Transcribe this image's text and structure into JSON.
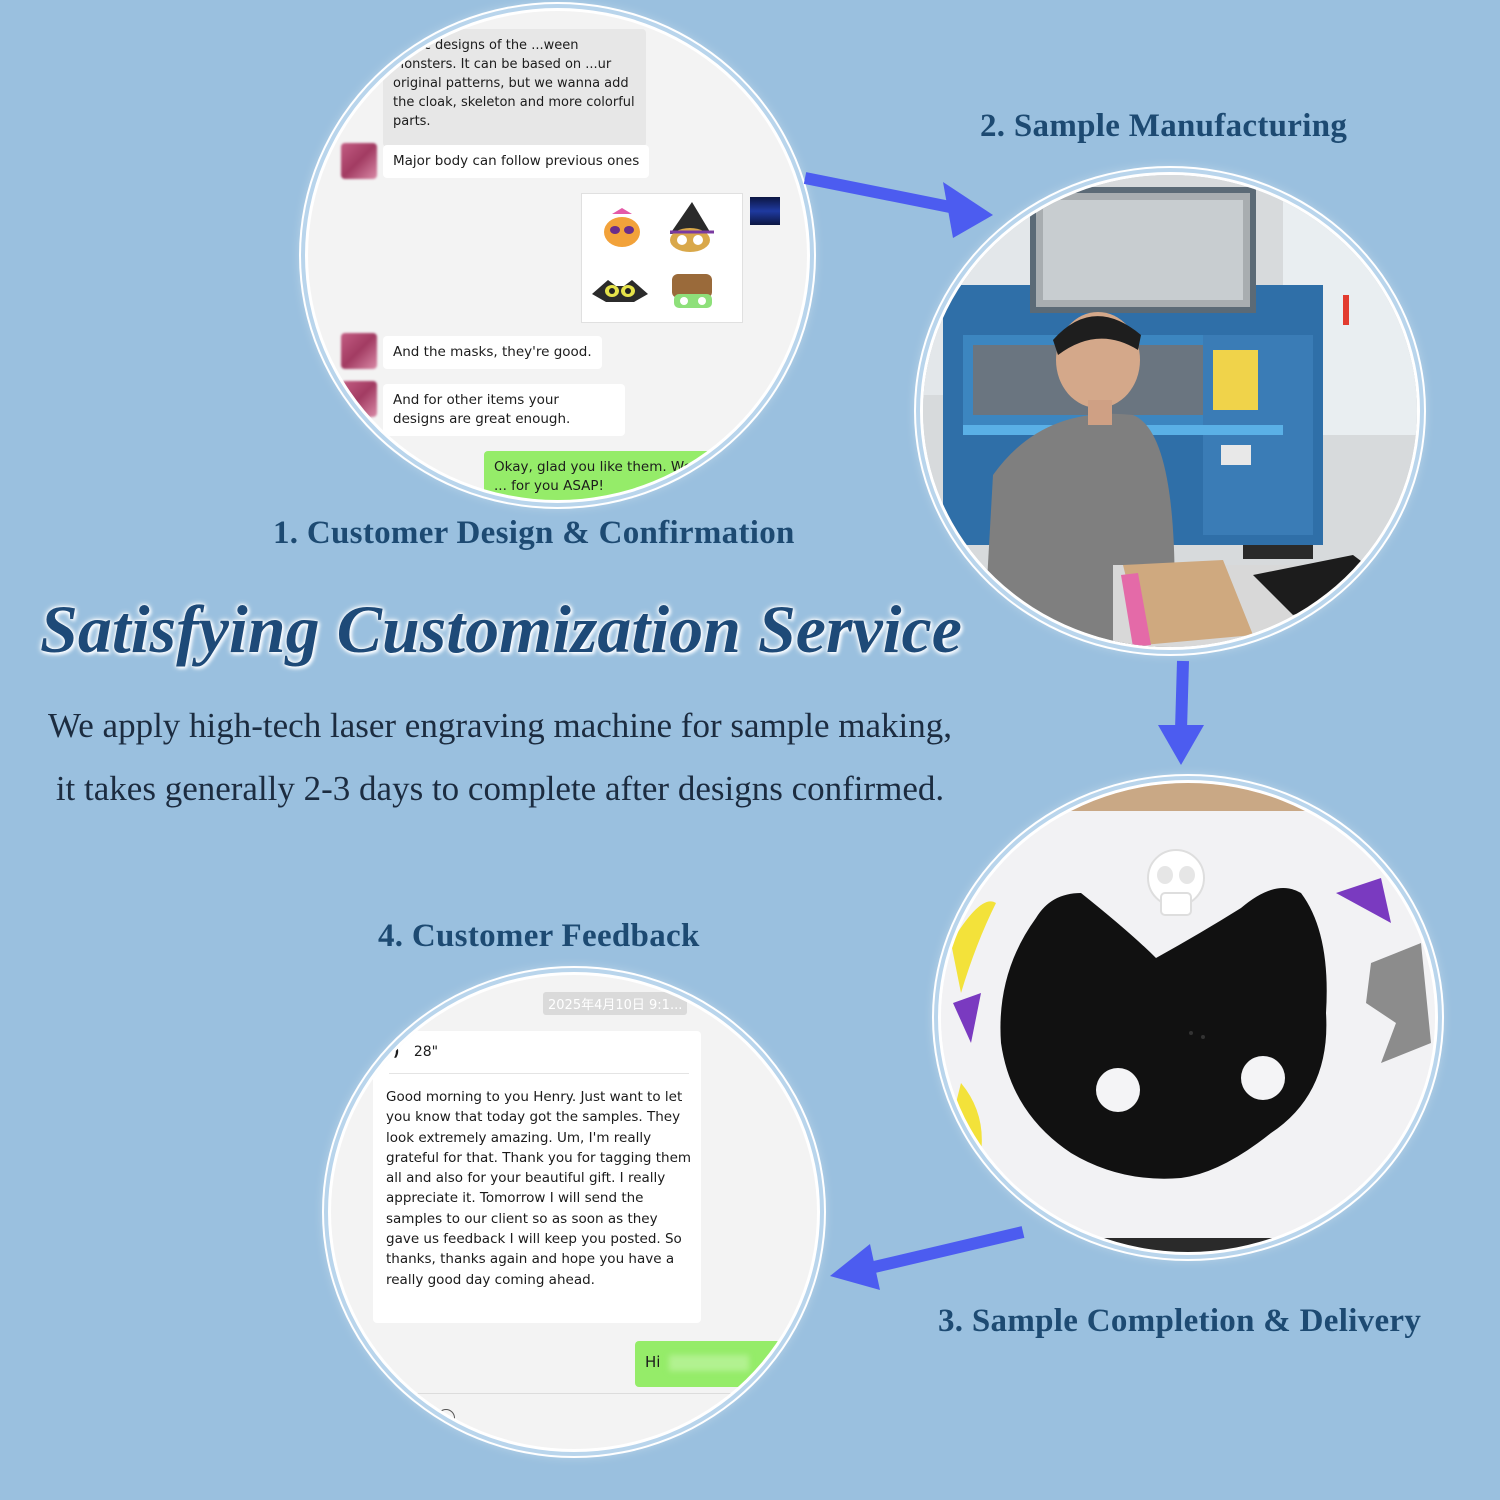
{
  "main_title": "Satisfying Customization Service",
  "subtitle": {
    "line1": "We apply high-tech laser engraving machine for sample making,",
    "line2": "it takes generally 2-3 days to complete after designs confirmed."
  },
  "steps": [
    {
      "label": "1. Customer Design & Confirmation"
    },
    {
      "label": "2. Sample Manufacturing"
    },
    {
      "label": "3. Sample Completion & Delivery"
    },
    {
      "label": "4. Customer Feedback"
    }
  ],
  "chat1": {
    "messages": [
      {
        "text": "...asic designs of the ...ween Monsters. It can be based on ...ur original patterns, but we wanna add the cloak, skeleton and more colorful parts."
      },
      {
        "text": "Major body can follow previous ones"
      },
      {
        "text": "And the masks, they're good."
      },
      {
        "text": "And for other items your designs are great enough."
      },
      {
        "text": "Okay, glad you like them. We'll ... for you ASAP!"
      }
    ]
  },
  "chat4": {
    "timestamp": "2025年4月10日 9:1...",
    "voice_duration": "28\"",
    "transcript": "Good morning to you Henry. Just want to let you know that today got the samples. They look extremely amazing. Um, I'm really grateful for that. Thank you for tagging them all and also for your beautiful gift. I really appreciate it. Tomorrow I will send the samples to our client so as soon as they gave us feedback I will keep you posted. So thanks, thanks again and hope you have a really good day coming ahead.",
    "reply": "Hi"
  },
  "colors": {
    "background": "#9ac0df",
    "title": "#1e4a78",
    "arrow": "#4c5cf0",
    "chat_green": "#95ec69"
  }
}
